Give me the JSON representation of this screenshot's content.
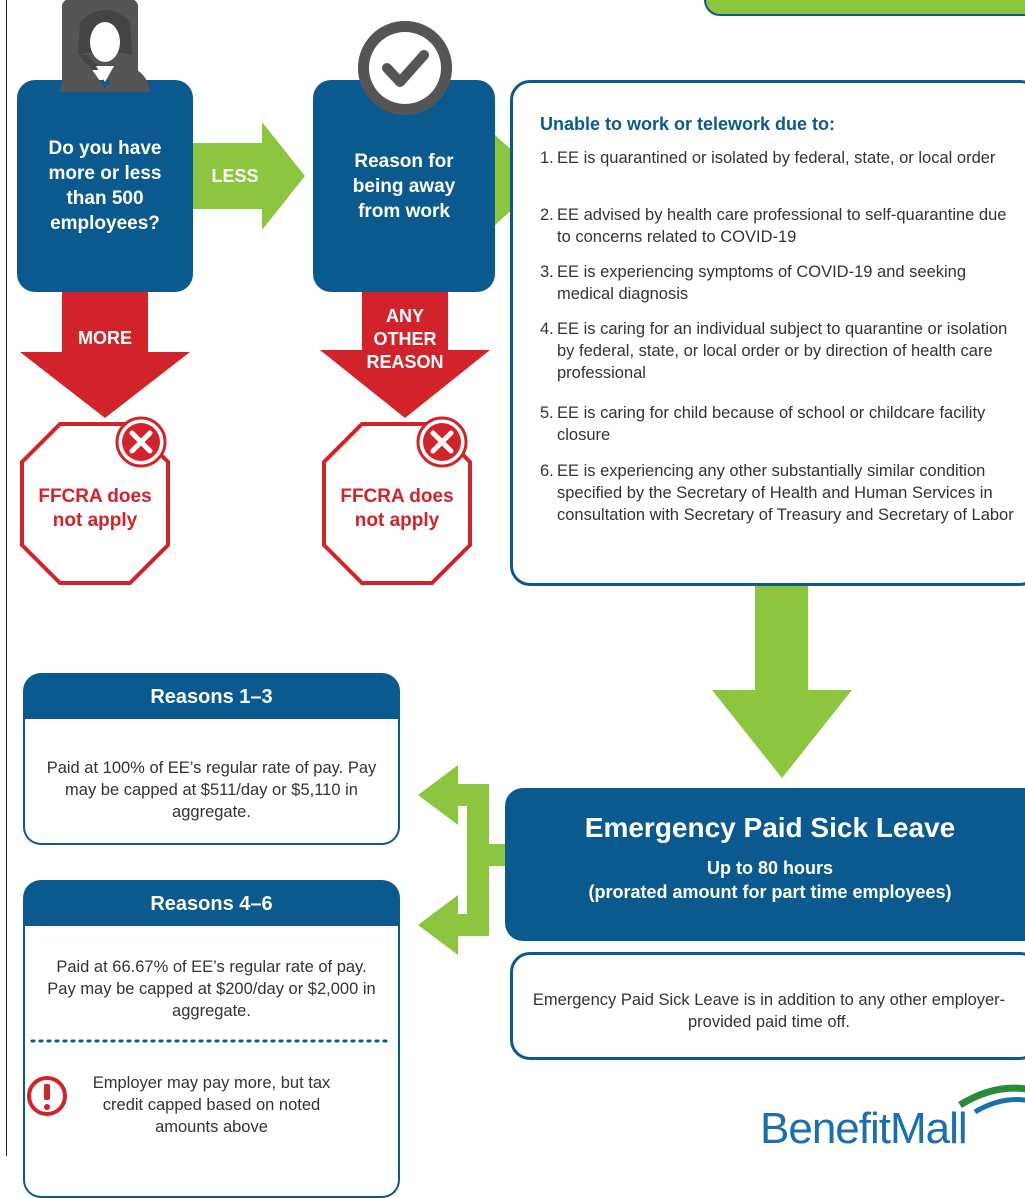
{
  "step1": {
    "question": [
      "Do you have",
      "more or less",
      "than 500",
      "employees?"
    ]
  },
  "arrow_less": {
    "label": "LESS"
  },
  "arrow_more": {
    "label": "MORE"
  },
  "step2": {
    "question": [
      "Reason for",
      "being away",
      "from work"
    ]
  },
  "arrow_other": {
    "label": [
      "ANY",
      "OTHER",
      "REASON"
    ]
  },
  "stop1": {
    "text": [
      "FFCRA does",
      "not apply"
    ]
  },
  "stop2": {
    "text": [
      "FFCRA does",
      "not apply"
    ]
  },
  "reasons": {
    "title": "Unable to work or telework due to:",
    "items": [
      {
        "num": "1.",
        "text": "EE is quarantined or isolated by federal, state, or local order"
      },
      {
        "num": "2.",
        "text": "EE advised by health care professional to self-quarantine due to concerns related to COVID-19"
      },
      {
        "num": "3.",
        "text": "EE is experiencing symptoms of COVID-19 and seeking medical diagnosis"
      },
      {
        "num": "4.",
        "text": "EE is caring for an individual subject to quarantine or isolation by federal, state, or local order or by direction of health care professional"
      },
      {
        "num": "5.",
        "text": "EE is caring for child because of school or childcare facility closure"
      },
      {
        "num": "6.",
        "text": "EE is experiencing any other substantially similar condition specified by the Secretary of Health and Human Services in consultation with Secretary of Treasury and Secretary of Labor"
      }
    ]
  },
  "card1": {
    "title": "Reasons 1–3",
    "body": "Paid at 100% of EE’s regular rate of pay. Pay may be capped at $511/day or $5,110 in aggregate."
  },
  "card2": {
    "title": "Reasons 4–6",
    "body": "Paid at 66.67% of EE’s regular rate of pay. Pay may be capped at $200/day or $2,000 in aggregate.",
    "note": "Employer may pay more, but tax credit capped based on noted amounts above"
  },
  "epsl": {
    "title": "Emergency Paid Sick Leave",
    "subtitle_line1": "Up to 80 hours",
    "subtitle_line2": "(prorated amount for part time employees)"
  },
  "note": {
    "text": "Emergency Paid Sick Leave is in addition to any other employer-provided paid time off."
  },
  "logo": {
    "text": "BenefitMall"
  },
  "colors": {
    "blue": "#0a5a8f",
    "green": "#8cc63f",
    "red": "#d2232a",
    "gray": "#555555"
  }
}
